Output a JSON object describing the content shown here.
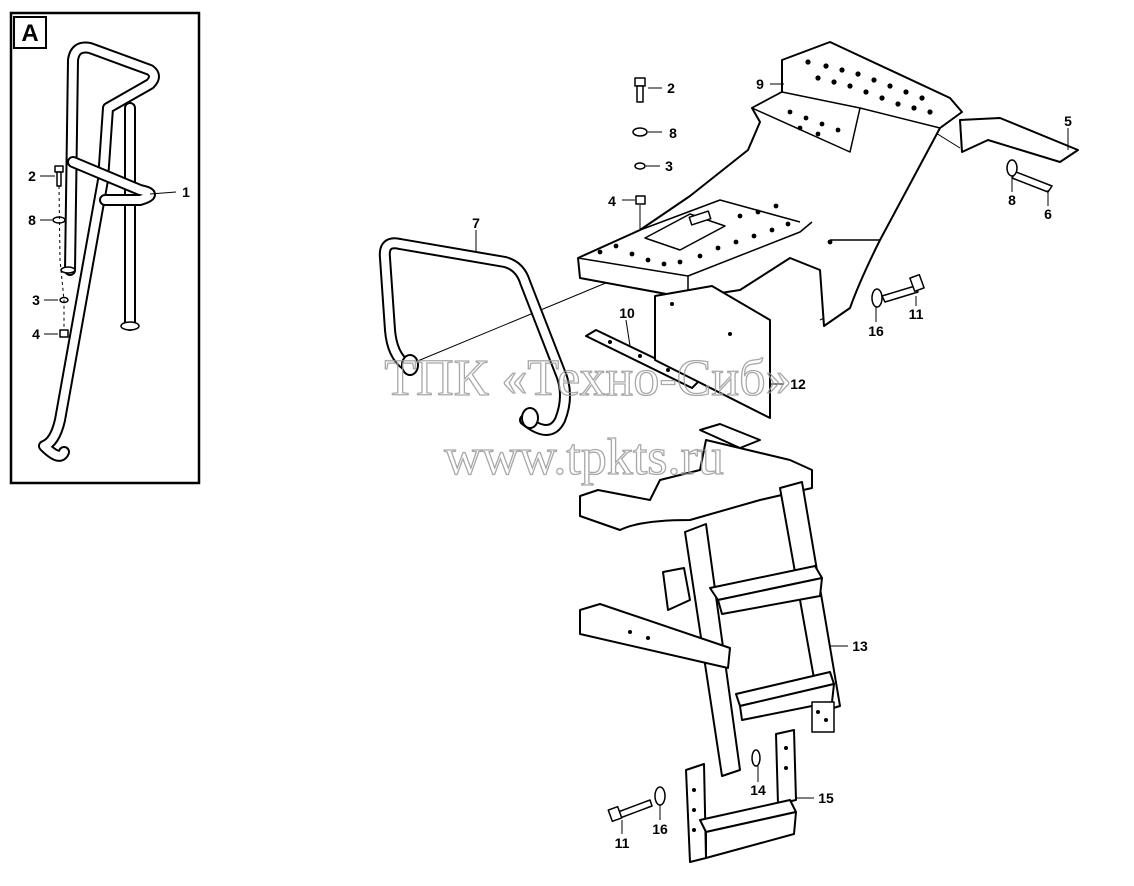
{
  "inset": {
    "label": "A"
  },
  "callouts": {
    "c1": "1",
    "c2": "2",
    "c3": "3",
    "c4": "4",
    "c5": "5",
    "c6": "6",
    "c7": "7",
    "c8": "8",
    "c9": "9",
    "c10": "10",
    "c11": "11",
    "c12": "12",
    "c13": "13",
    "c14": "14",
    "c15": "15",
    "c16": "16"
  },
  "watermark": {
    "line1": "ТПК «Техно-Сиб»",
    "line2": "www.tpkts.ru"
  }
}
